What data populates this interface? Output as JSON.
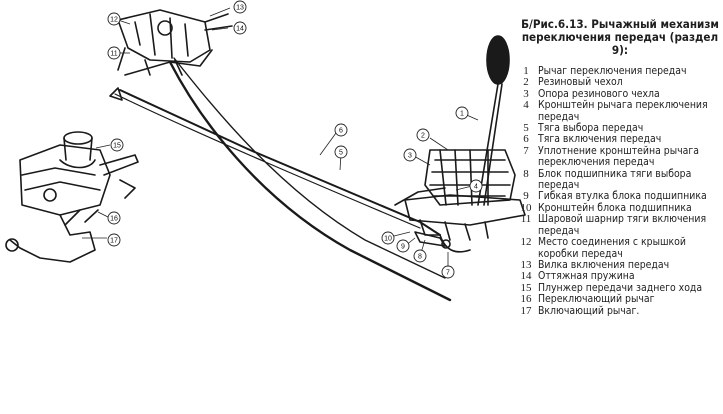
{
  "title": "Б/Рис.6.13. Рычажный механизм переключения передач (раздел 9):",
  "legend": [
    {
      "num": "1",
      "text": "Рычаг переключения передач"
    },
    {
      "num": "2",
      "text": "Резиновый чехол"
    },
    {
      "num": "3",
      "text": "Опора резинового чехла"
    },
    {
      "num": "4",
      "text": "Кронштейн рычага переключения передач"
    },
    {
      "num": "5",
      "text": "Тяга выбора передач"
    },
    {
      "num": "6",
      "text": "Тяга включения передач"
    },
    {
      "num": "7",
      "text": "Уплотнение кронштейна рычага переключения передач"
    },
    {
      "num": "8",
      "text": "Блок подшипника тяги выбора передач"
    },
    {
      "num": "9",
      "text": "Гибкая втулка блока подшипника"
    },
    {
      "num": "10",
      "text": "Кронштейн блока подшипника"
    },
    {
      "num": "11",
      "text": "Шаровой шарнир тяги включения передач"
    },
    {
      "num": "12",
      "text": "Место соединения с крышкой коробки передач"
    },
    {
      "num": "13",
      "text": "Вилка включения передач"
    },
    {
      "num": "14",
      "text": "Оттяжная пружина"
    },
    {
      "num": "15",
      "text": "Плунжер передачи заднего хода"
    },
    {
      "num": "16",
      "text": "Переключающий рычаг"
    },
    {
      "num": "17",
      "text": "Включающий рычаг."
    }
  ],
  "callouts": [
    "1",
    "2",
    "3",
    "4",
    "5",
    "6",
    "7",
    "8",
    "9",
    "10",
    "11",
    "12",
    "13",
    "14",
    "15",
    "16",
    "17"
  ]
}
